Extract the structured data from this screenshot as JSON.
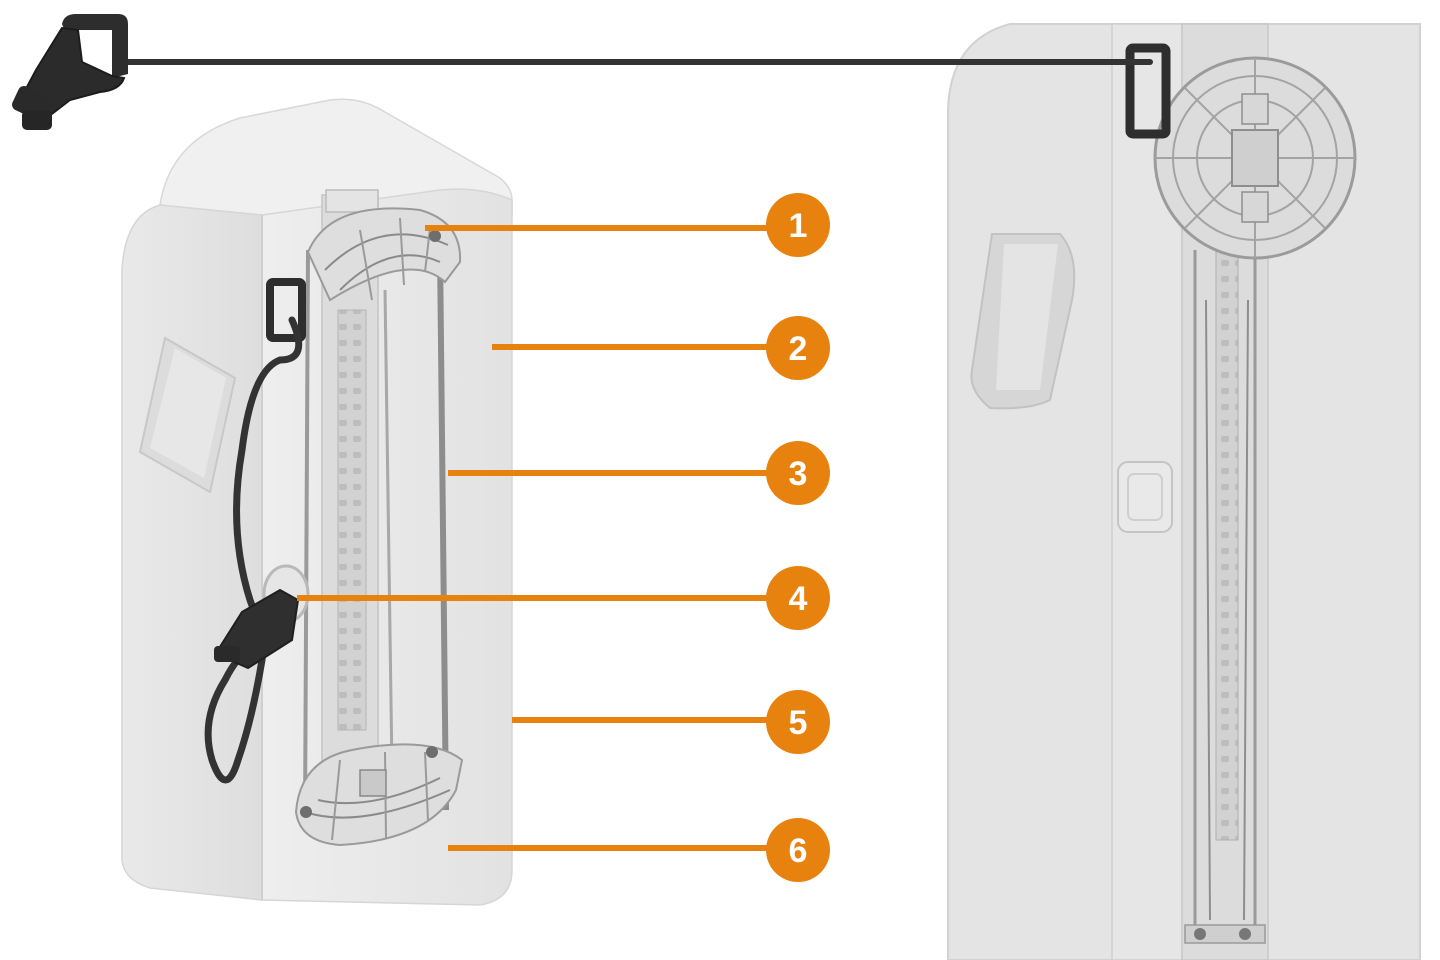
{
  "diagram": {
    "accent_color": "#E8820E",
    "cable_color": "#333333",
    "housing_color": "#e6e6e6",
    "callouts": [
      {
        "number": "1"
      },
      {
        "number": "2"
      },
      {
        "number": "3"
      },
      {
        "number": "4"
      },
      {
        "number": "5"
      },
      {
        "number": "6"
      }
    ],
    "icons": [
      "charging-plug-icon"
    ]
  }
}
